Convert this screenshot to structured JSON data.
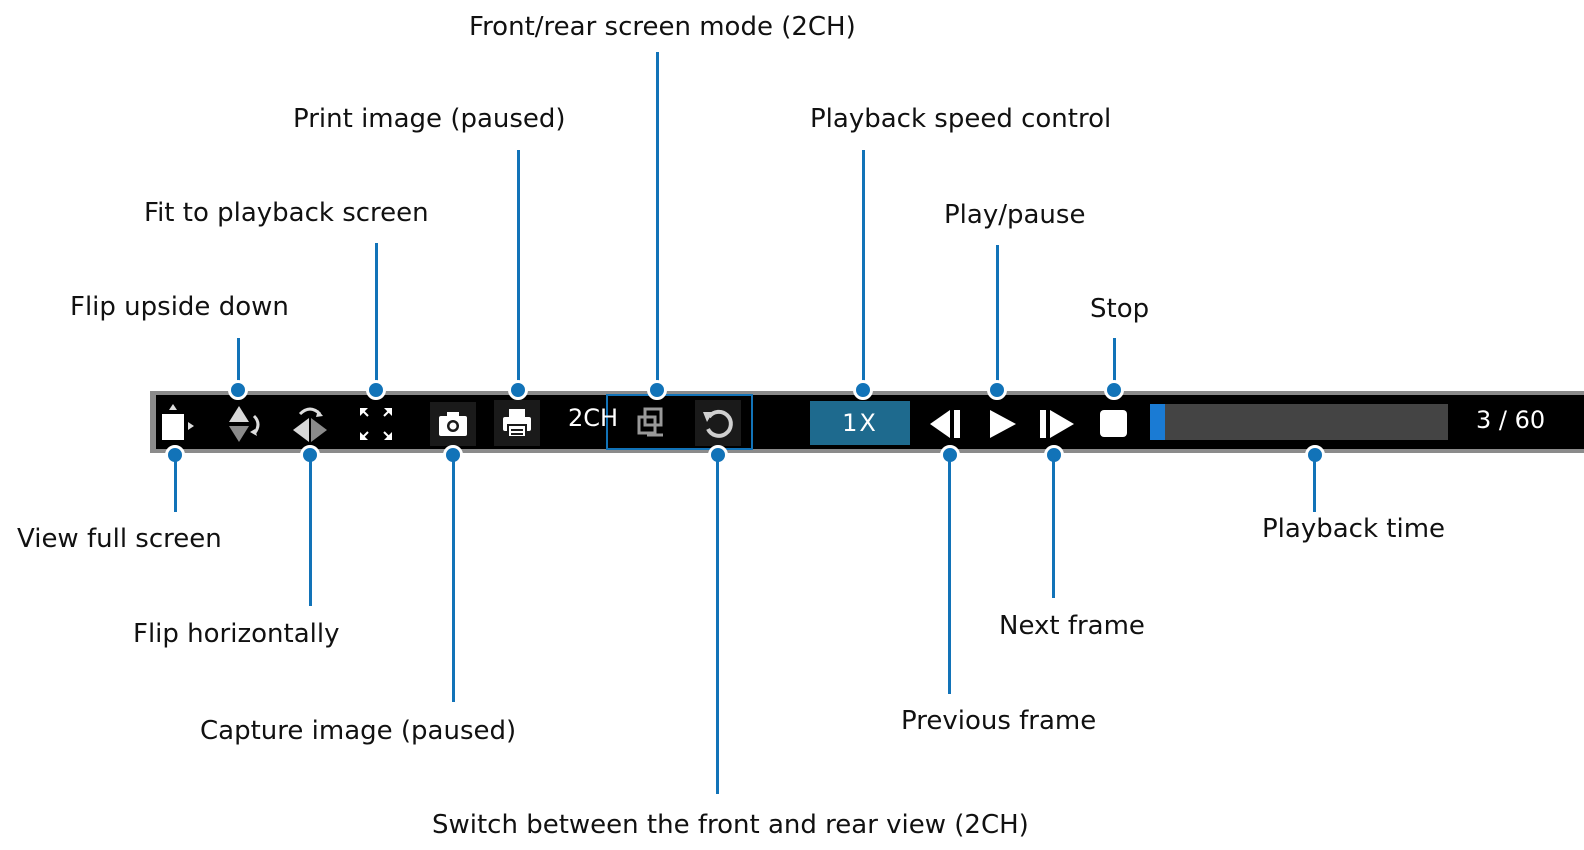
{
  "labels": {
    "front_rear_mode": "Front/rear screen mode (2CH)",
    "print_image": "Print image (paused)",
    "speed_control": "Playback speed control",
    "fit_to_screen": "Fit to playback screen",
    "play_pause": "Play/pause",
    "flip_upside_down": "Flip upside down",
    "stop": "Stop",
    "view_full_screen": "View full screen",
    "playback_time": "Playback time",
    "flip_horizontally": "Flip horizontally",
    "next_frame": "Next frame",
    "previous_frame": "Previous frame",
    "capture_image": "Capture image (paused)",
    "switch_view": "Switch between the front and rear view (2CH)"
  },
  "toolbar": {
    "channel_label": "2CH",
    "speed_label": "1X",
    "time_text": "3 / 60",
    "progress_fraction": 0.05
  },
  "colors": {
    "accent": "#1273b8",
    "toolbar_bg": "#000000",
    "speed_bg": "#1e6a8e",
    "progress_fill": "#1a7bd4"
  }
}
